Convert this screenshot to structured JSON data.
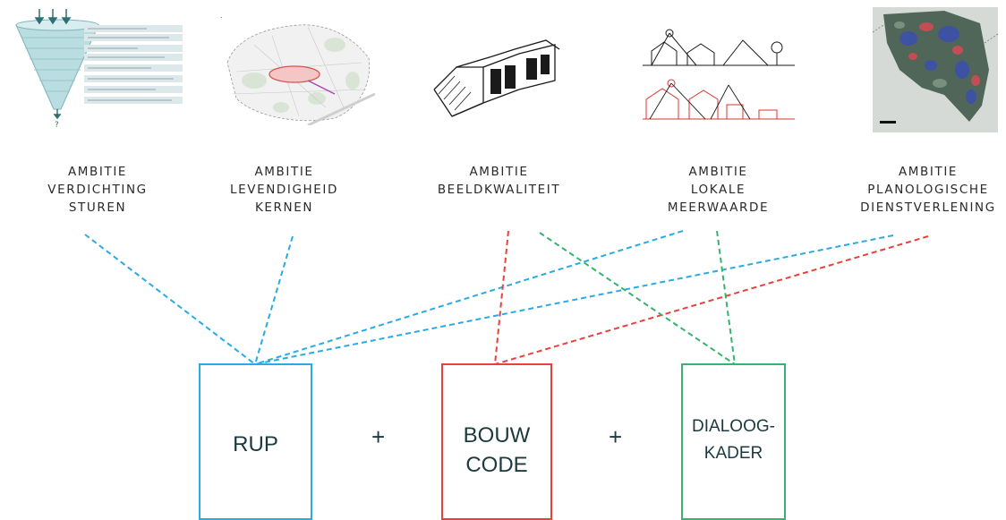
{
  "ambitions": [
    {
      "id": "verdichting",
      "lines": [
        "AMBITIE",
        "VERDICHTING",
        "STUREN"
      ],
      "illustration": "funnel-diagram"
    },
    {
      "id": "levendigheid",
      "lines": [
        "AMBITIE",
        "LEVENDIGHEID",
        "KERNEN"
      ],
      "illustration": "town-map"
    },
    {
      "id": "beeldkwaliteit",
      "lines": [
        "AMBITIE",
        "BEELDKWALITEIT"
      ],
      "illustration": "building-sketch"
    },
    {
      "id": "meerwaarde",
      "lines": [
        "AMBITIE",
        "LOKALE",
        "MEERWAARDE"
      ],
      "illustration": "section-sketch"
    },
    {
      "id": "dienstverlening",
      "lines": [
        "AMBITIE",
        "PLANOLOGISCHE",
        "DIENSTVERLENING"
      ],
      "illustration": "municipality-map"
    }
  ],
  "instruments": [
    {
      "id": "rup",
      "lines": [
        "RUP"
      ],
      "color": "#29abe2"
    },
    {
      "id": "bouwcode",
      "lines": [
        "BOUW",
        "CODE"
      ],
      "color": "#e8413c"
    },
    {
      "id": "dialoogkader",
      "lines": [
        "DIALOOG-",
        "KADER"
      ],
      "color": "#36b36f"
    }
  ],
  "operators": [
    "+",
    "+"
  ],
  "connections": [
    {
      "from": "verdichting",
      "to": "rup",
      "color": "#29abe2"
    },
    {
      "from": "levendigheid",
      "to": "rup",
      "color": "#29abe2"
    },
    {
      "from": "meerwaarde",
      "to": "rup",
      "color": "#29abe2"
    },
    {
      "from": "dienstverlening",
      "to": "rup",
      "color": "#29abe2"
    },
    {
      "from": "beeldkwaliteit",
      "to": "bouwcode",
      "color": "#e8413c"
    },
    {
      "from": "dienstverlening",
      "to": "bouwcode",
      "color": "#e8413c"
    },
    {
      "from": "beeldkwaliteit",
      "to": "dialoogkader",
      "color": "#36b36f"
    },
    {
      "from": "meerwaarde",
      "to": "dialoogkader",
      "color": "#36b36f"
    }
  ]
}
